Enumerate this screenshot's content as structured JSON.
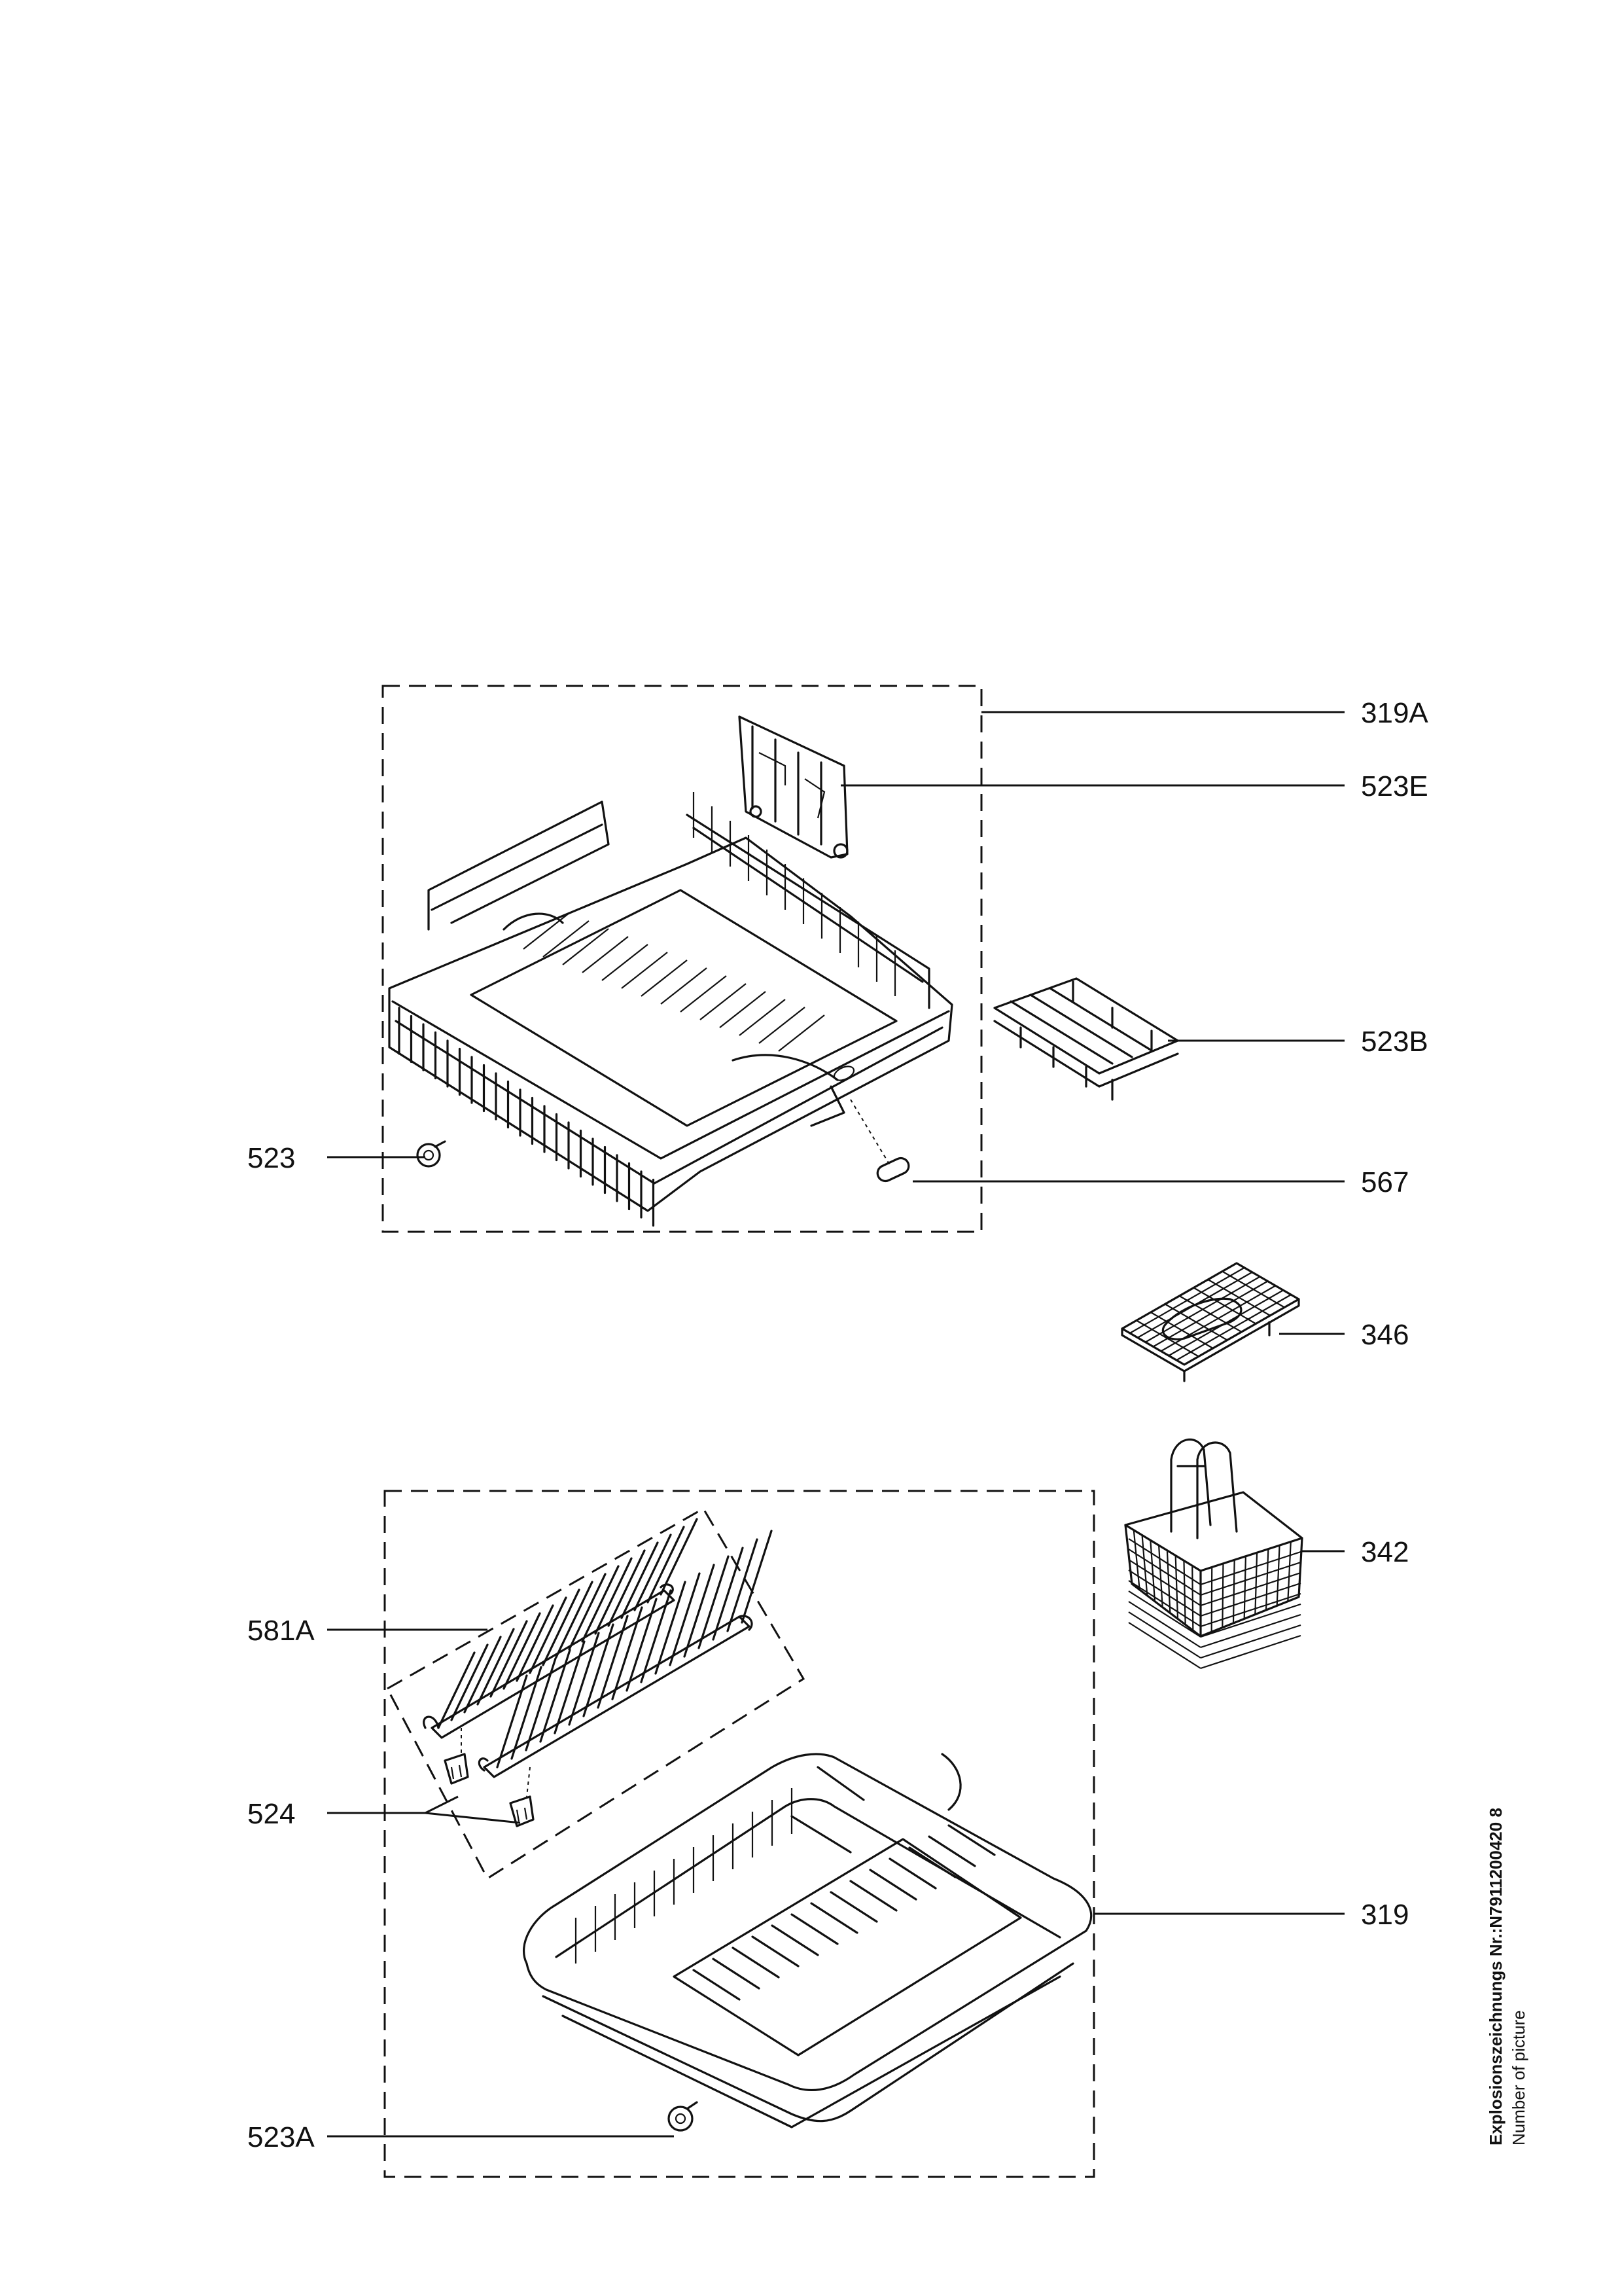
{
  "labels": {
    "p319A": "319A",
    "p523E": "523E",
    "p523B": "523B",
    "p523": "523",
    "p567": "567",
    "p346": "346",
    "p342": "342",
    "p581A": "581A",
    "p524": "524",
    "p319": "319",
    "p523A": "523A"
  },
  "side_text": {
    "title": "Explosionszeichnungs Nr.:N7911200420 8",
    "subtitle": "Number of picture"
  }
}
